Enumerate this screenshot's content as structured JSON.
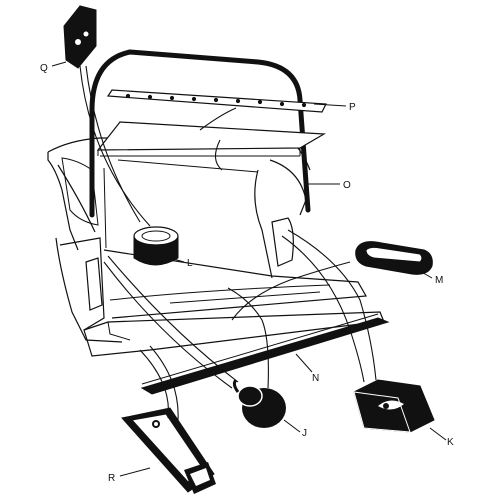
{
  "parts": [
    {
      "id": "Q",
      "label": "Q"
    },
    {
      "id": "P",
      "label": "P"
    },
    {
      "id": "O",
      "label": "O"
    },
    {
      "id": "L",
      "label": "L"
    },
    {
      "id": "M",
      "label": "M"
    },
    {
      "id": "N",
      "label": "N"
    },
    {
      "id": "J",
      "label": "J"
    },
    {
      "id": "K",
      "label": "K"
    },
    {
      "id": "R",
      "label": "R"
    }
  ]
}
